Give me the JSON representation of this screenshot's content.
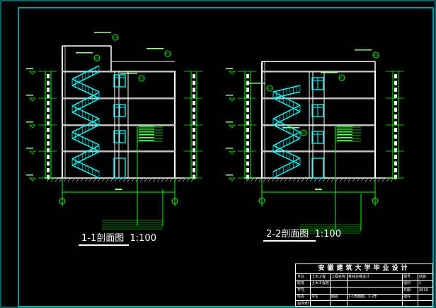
{
  "sections": [
    {
      "label": "1-1剖面图",
      "scale": "1:100"
    },
    {
      "label": "2-2剖面图",
      "scale": "1:100"
    }
  ],
  "title_block": {
    "title": "安徽建筑大学毕业设计",
    "rows": [
      [
        "专业",
        "土木工程",
        "工程名称",
        "某综合楼设计",
        "图号",
        "结施"
      ],
      [
        "班级",
        "土木工程班",
        "",
        "",
        "图别",
        "1"
      ],
      [
        "学号",
        "",
        "",
        "",
        "日期",
        "2019"
      ],
      [
        "姓名",
        "学生",
        "图名",
        "1-1剖面图、2-2剖面图",
        "指导",
        ""
      ],
      [
        "指导老师",
        "",
        "",
        "",
        "",
        ""
      ]
    ]
  },
  "colors": {
    "structure": "#ffffff",
    "stair": "#00ffff",
    "dimension": "#00ff00",
    "frame": "#00cccc",
    "slab": "#c0c0c0"
  }
}
